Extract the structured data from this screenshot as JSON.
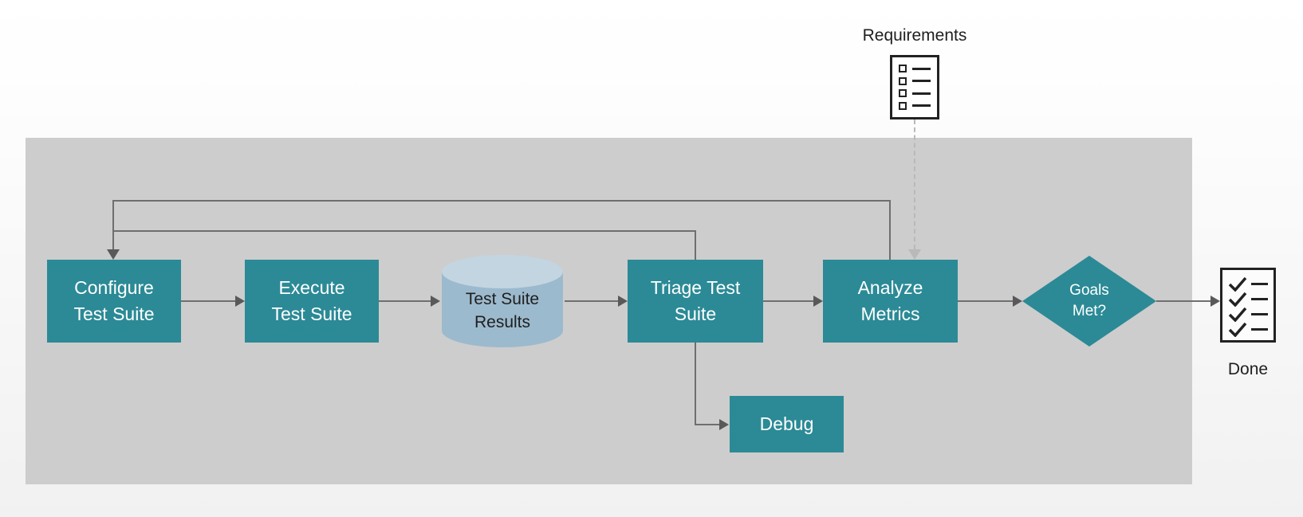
{
  "colors": {
    "node_fill": "#2b8a96",
    "node_text": "#ffffff",
    "container_fill": "#cdcdcd",
    "datastore_fill": "#9cbacd",
    "datastore_top_fill": "#c3d5e1",
    "connector": "#6f6f6f",
    "arrowhead": "#595959",
    "dashed_connector": "#b9b9b9",
    "icon_stroke": "#222222",
    "label_text": "#1f1f1f"
  },
  "annotations": {
    "requirements_label": "Requirements",
    "done_label": "Done"
  },
  "nodes": {
    "configure": {
      "type": "process",
      "label": "Configure Test Suite"
    },
    "execute": {
      "type": "process",
      "label": "Execute Test Suite"
    },
    "results": {
      "type": "data-store",
      "label": "Test Suite Results"
    },
    "triage": {
      "type": "process",
      "label": "Triage Test Suite"
    },
    "analyze": {
      "type": "process",
      "label": "Analyze Metrics"
    },
    "goals": {
      "type": "decision",
      "label": "Goals Met?"
    },
    "debug": {
      "type": "process",
      "label": "Debug"
    }
  },
  "edges": [
    {
      "from": "configure",
      "to": "execute",
      "style": "solid",
      "kind": "flow"
    },
    {
      "from": "execute",
      "to": "results",
      "style": "solid",
      "kind": "flow"
    },
    {
      "from": "results",
      "to": "triage",
      "style": "solid",
      "kind": "flow"
    },
    {
      "from": "triage",
      "to": "analyze",
      "style": "solid",
      "kind": "flow"
    },
    {
      "from": "analyze",
      "to": "goals",
      "style": "solid",
      "kind": "flow"
    },
    {
      "from": "goals",
      "to": "done",
      "style": "solid",
      "kind": "flow"
    },
    {
      "from": "analyze",
      "to": "configure",
      "style": "solid",
      "kind": "feedback-loop"
    },
    {
      "from": "triage",
      "to": "configure",
      "style": "solid",
      "kind": "feedback-loop"
    },
    {
      "from": "triage",
      "to": "debug",
      "style": "solid",
      "kind": "branch"
    },
    {
      "from": "requirements",
      "to": "analyze",
      "style": "dashed",
      "kind": "input"
    }
  ]
}
